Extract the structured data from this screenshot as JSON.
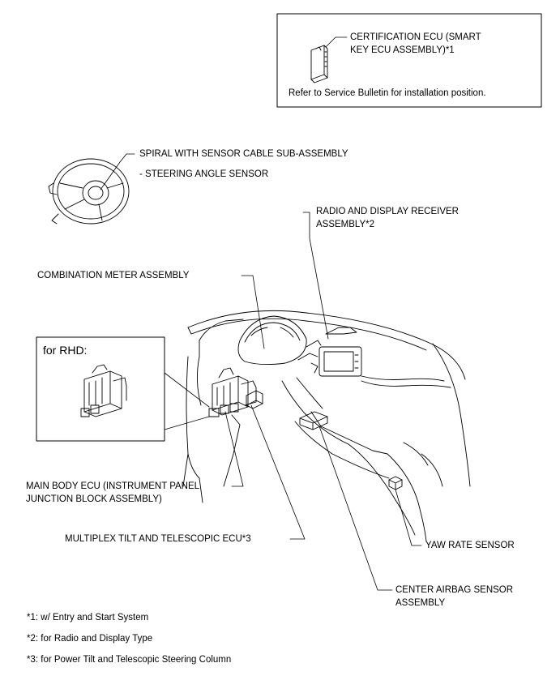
{
  "labels": {
    "certification_ecu": {
      "line1": "CERTIFICATION ECU (SMART",
      "line2": "KEY ECU ASSEMBLY)*1"
    },
    "service_bulletin": "Refer to Service Bulletin for installation position.",
    "spiral_cable": {
      "line1": "SPIRAL WITH SENSOR CABLE SUB-ASSEMBLY",
      "line2": "- STEERING ANGLE SENSOR"
    },
    "radio_receiver": {
      "line1": "RADIO AND DISPLAY RECEIVER",
      "line2": "ASSEMBLY*2"
    },
    "combination_meter": "COMBINATION METER ASSEMBLY",
    "rhd_inset": "for RHD:",
    "main_body_ecu": {
      "line1": "MAIN BODY ECU (INSTRUMENT PANEL",
      "line2": "JUNCTION BLOCK ASSEMBLY)"
    },
    "multiplex_tilt": "MULTIPLEX TILT AND TELESCOPIC ECU*3",
    "yaw_rate": "YAW RATE SENSOR",
    "center_airbag": {
      "line1": "CENTER AIRBAG SENSOR",
      "line2": "ASSEMBLY"
    }
  },
  "footnotes": [
    "*1: w/ Entry and Start System",
    "*2: for Radio and Display Type",
    "*3: for Power Tilt and Telescopic Steering Column"
  ]
}
